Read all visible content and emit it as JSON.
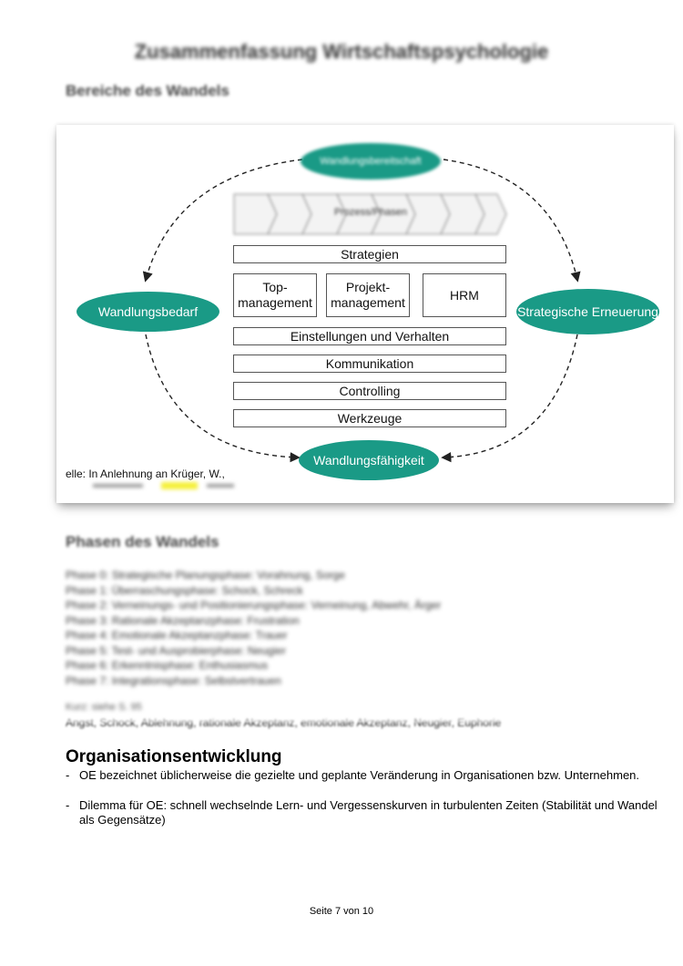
{
  "doc_title": "Zusammenfassung Wirtschaftspsychologie",
  "section_bereiche": "Bereiche des Wandels",
  "figure": {
    "top_oval": "Wandlungsbereitschaft",
    "process_label": "Prozess/Phasen",
    "left_oval": "Wandlungsbedarf",
    "right_oval": "Strategische Erneuerung",
    "bottom_oval": "Wandlungsfähigkeit",
    "box_strategien": "Strategien",
    "box_topmanagement": "Top-\nmanagement",
    "box_projektmanagement": "Projekt-\nmanagement",
    "box_hrm": "HRM",
    "box_einstellungen": "Einstellungen und Verhalten",
    "box_kommunikation": "Kommunikation",
    "box_controlling": "Controlling",
    "box_werkzeuge": "Werkzeuge",
    "source_note": "elle: In Anlehnung an Krüger, W.,",
    "colors": {
      "oval_fill": "#1a9a86",
      "highlight": "#f5f03a"
    }
  },
  "section_phasen": "Phasen des Wandels",
  "phases": [
    "Phase 0: Strategische Planungsphase: Vorahnung, Sorge",
    "Phase 1: Überraschungsphase: Schock, Schreck",
    "Phase 2: Verneinungs- und Positionierungsphase: Verneinung, Abwehr, Ärger",
    "Phase 3: Rationale Akzeptanzphase: Frustration",
    "Phase 4: Emotionale Akzeptanzphase: Trauer",
    "Phase 5: Test- und Ausprobierphase: Neugier",
    "Phase 6: Erkenntnisphase: Enthusiasmus",
    "Phase 7: Integrationsphase: Selbstvertrauen"
  ],
  "kurz_label": "Kurz: siehe S. 95",
  "kurz_text": "Angst, Schock, Ablehnung, rationale Akzeptanz, emotionale Akzeptanz, Neugier, Euphorie",
  "section_oe": "Organisationsentwicklung",
  "bullets": [
    "OE bezeichnet üblicherweise die gezielte und geplante Veränderung in Organisationen bzw. Unternehmen.",
    "Dilemma für OE: schnell wechselnde Lern- und Vergessenskurven in turbulenten Zeiten (Stabilität und Wandel als Gegensätze)"
  ],
  "bullet_marker": "-",
  "page_number": "Seite 7 von 10"
}
